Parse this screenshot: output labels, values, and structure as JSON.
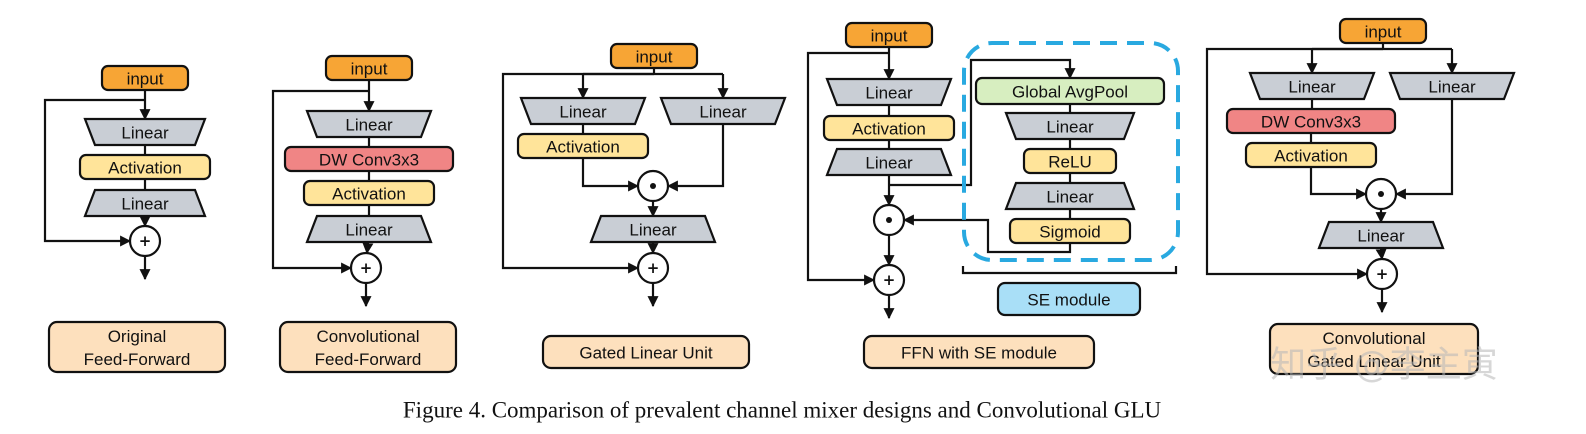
{
  "colors": {
    "input": "#f7a535",
    "linear": "#c9ced5",
    "activation": "#ffe49a",
    "dwconv": "#f08585",
    "relu": "#ffe49a",
    "sigmoid": "#ffe49a",
    "pool": "#d7eec0",
    "se_border": "#29a9e0",
    "se_label": "#a9dff7",
    "panel_label": "#fde0bd"
  },
  "labels": {
    "input": "input",
    "linear": "Linear",
    "activation": "Activation",
    "dwconv": "DW Conv3x3",
    "pool": "Global AvgPool",
    "relu": "ReLU",
    "sigmoid": "Sigmoid",
    "se_module": "SE module",
    "plus": "+",
    "mult": "·"
  },
  "panels": [
    {
      "name": "original-ffn",
      "label_lines": [
        "Original",
        "Feed-Forward"
      ]
    },
    {
      "name": "conv-ffn",
      "label_lines": [
        "Convolutional",
        "Feed-Forward"
      ]
    },
    {
      "name": "glu",
      "label_lines": [
        "Gated Linear Unit"
      ]
    },
    {
      "name": "ffn-se",
      "label_lines": [
        "FFN with SE module"
      ]
    },
    {
      "name": "conv-glu",
      "label_lines": [
        "Convolutional",
        "Gated Linear Unit"
      ]
    }
  ],
  "caption": "Figure 4. Comparison of prevalent channel mixer designs and Convolutional GLU",
  "watermark": "知乎 @李主寅"
}
